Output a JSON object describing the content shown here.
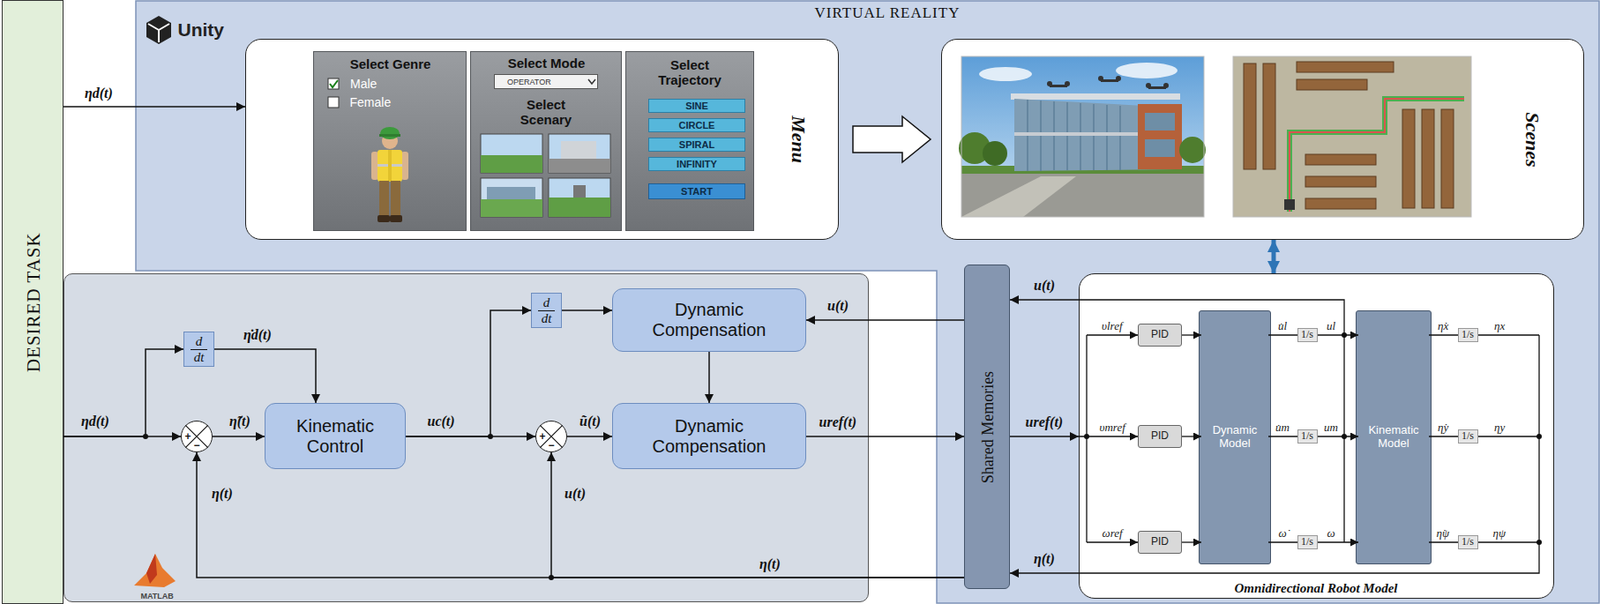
{
  "diagram": {
    "nodes": [
      {
        "text": [
          "DESIRED TASK"
        ]
      },
      {
        "text": [
          "VIRTUAL REALITY"
        ]
      },
      {
        "text": [
          "Menu"
        ],
        "in": 1
      },
      {
        "text": [
          "Select Genre",
          "Male",
          "Female"
        ],
        "in": 2
      },
      {
        "text": [
          "Select Mode",
          "Select Scenary"
        ],
        "in": 2
      },
      {
        "text": [
          "OPERATOR"
        ],
        "in": 4
      },
      {
        "text": [
          "Select Trajectory"
        ],
        "in": 2
      },
      {
        "text": [
          "SINE"
        ],
        "in": 6
      },
      {
        "text": [
          "CIRCLE"
        ],
        "in": 6
      },
      {
        "text": [
          "SPIRAL"
        ],
        "in": 6
      },
      {
        "text": [
          "INFINITY"
        ],
        "in": 6
      },
      {
        "text": [
          "START"
        ],
        "in": 6
      },
      {
        "text": [
          "Scenes"
        ],
        "in": 1
      },
      {
        "text": [
          "Omnidirectional Robot Model"
        ],
        "in": 1
      },
      {
        "text": [
          "PID"
        ],
        "in": 13
      },
      {
        "text": [
          "PID"
        ],
        "in": 13
      },
      {
        "text": [
          "PID"
        ],
        "in": 13
      },
      {
        "text": [
          "Dynamic Model"
        ],
        "in": 13
      },
      {
        "text": [
          "Kinematic Model"
        ],
        "in": 13
      },
      {
        "text": [
          "MATLAB"
        ]
      },
      {
        "text": [
          "d",
          "dt"
        ],
        "in": 19
      },
      {
        "text": [
          "+",
          "−"
        ],
        "in": 19
      },
      {
        "text": [
          "Kinematic Control"
        ],
        "in": 19
      },
      {
        "text": [
          "d",
          "dt"
        ],
        "in": 19
      },
      {
        "text": [
          "+",
          "−"
        ],
        "in": 19
      },
      {
        "text": [
          "Dynamic Compensation"
        ],
        "in": 19
      },
      {
        "text": [
          "Dynamic Compensation"
        ],
        "in": 19
      },
      {
        "text": [
          "Shared Memories"
        ],
        "in": 1
      }
    ],
    "edges": [
      {
        "from": 0,
        "to": 2,
        "arrow": "to",
        "label": "ηd(t)"
      },
      {
        "from": 2,
        "to": 12,
        "arrow": "to"
      },
      {
        "from": 12,
        "to": 13,
        "arrow": "both"
      },
      {
        "from": 0,
        "to": 21,
        "arrow": "to",
        "label": "ηd(t)"
      },
      {
        "from": 0,
        "to": 20,
        "arrow": "to"
      },
      {
        "from": 20,
        "to": 22,
        "arrow": "to",
        "label": "η̇d(t)"
      },
      {
        "from": 21,
        "to": 22,
        "arrow": "to",
        "label": "η̃(t)"
      },
      {
        "from": 22,
        "to": 24,
        "arrow": "to",
        "label": "uc(t)"
      },
      {
        "from": 22,
        "to": 23,
        "arrow": "to"
      },
      {
        "from": 23,
        "to": 25,
        "arrow": "to"
      },
      {
        "from": 27,
        "to": 25,
        "arrow": "to",
        "label": "u(t)"
      },
      {
        "from": 25,
        "to": 26,
        "arrow": "to"
      },
      {
        "from": 24,
        "to": 26,
        "arrow": "to",
        "label": "ũ(t)"
      },
      {
        "from": 26,
        "to": 27,
        "arrow": "to",
        "label": "uref(t)"
      },
      {
        "from": 27,
        "to": 13,
        "arrow": "to",
        "label": "uref(t)"
      },
      {
        "from": 13,
        "to": 27,
        "arrow": "to",
        "label": "u(t)"
      },
      {
        "from": 13,
        "to": 27,
        "arrow": "to",
        "label": "η(t)"
      },
      {
        "from": 27,
        "to": 21,
        "arrow": "to",
        "label": "η(t)"
      },
      {
        "from": 27,
        "to": 24,
        "arrow": "to",
        "label": "u(t)"
      }
    ],
    "labels": [
      "Unity",
      "υlref",
      "u̇l",
      "1/s",
      "ul",
      "η̇x",
      "1/s",
      "ηx",
      "υmref",
      "u̇m",
      "1/s",
      "um",
      "η̇y",
      "1/s",
      "ηy",
      "ωref",
      "ω̇",
      "1/s",
      "ω",
      "η̇ψ",
      "1/s",
      "ηψ",
      "η(t)"
    ]
  }
}
